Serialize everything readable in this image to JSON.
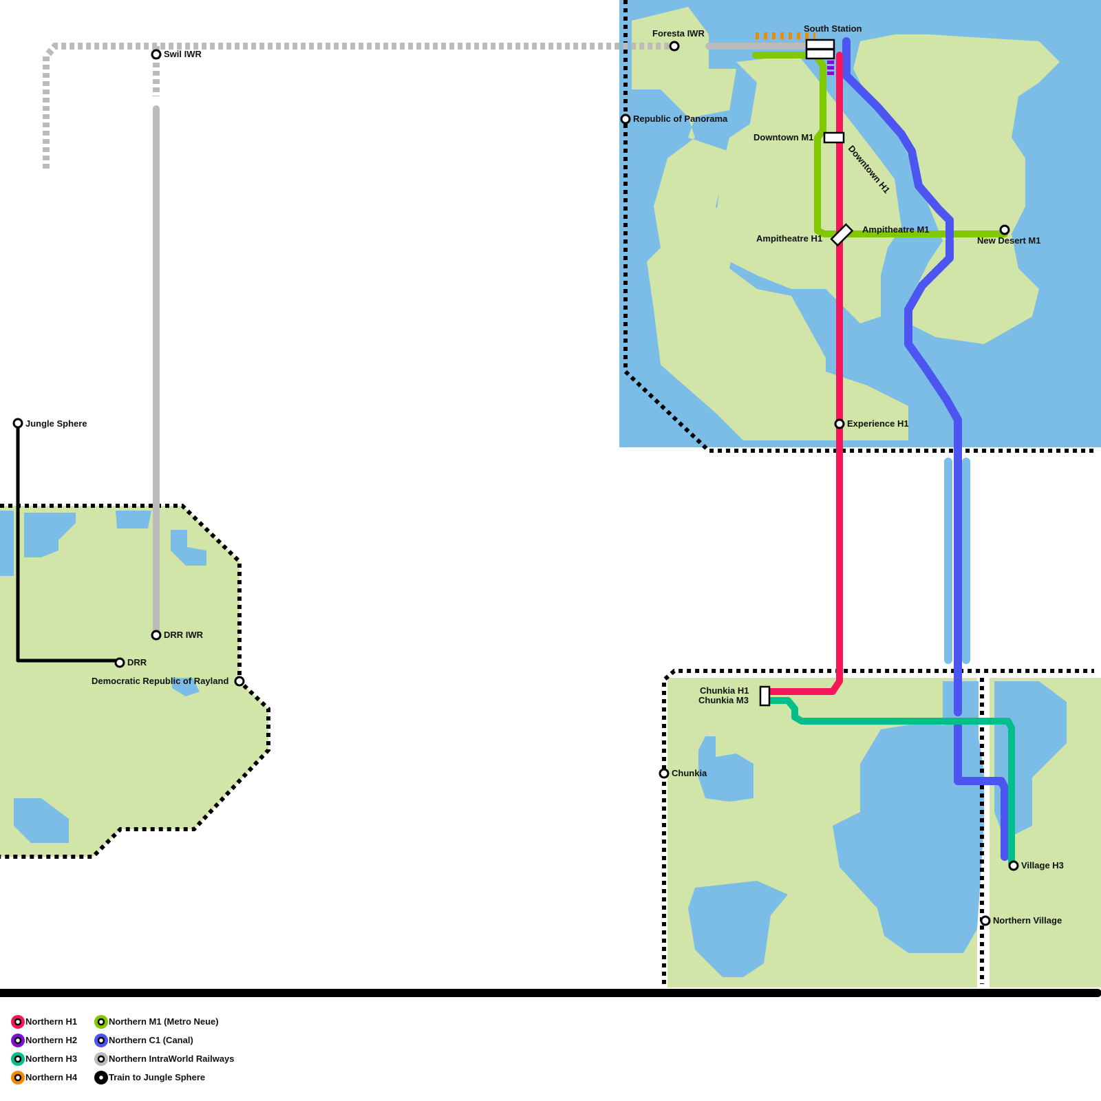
{
  "colors": {
    "background": "#ffffff",
    "land": "#d1e5a8",
    "water": "#7bbde6",
    "border": "#000000",
    "northern_h1": "#f5175a",
    "northern_h2": "#7a0fd6",
    "northern_h3": "#00bf8a",
    "northern_h4": "#f08a00",
    "northern_m1": "#80c800",
    "northern_c1": "#4c55f0",
    "northern_iwr": "#bbbbbb",
    "train_jungle": "#000000"
  },
  "stations": {
    "south_station": "South Station",
    "foresta_iwr": "Foresta IWR",
    "swil_iwr": "Swil IWR",
    "republic_of_panorama": "Republic of Panorama",
    "downtown_m1": "Downtown M1",
    "downtown_h1": "Downtown H1",
    "ampitheatre_h1": "Ampitheatre H1",
    "ampitheatre_m1": "Ampitheatre M1",
    "new_desert_m1": "New Desert M1",
    "experience_h1": "Experience H1",
    "jungle_sphere": "Jungle Sphere",
    "drr_iwr": "DRR IWR",
    "drr": "DRR",
    "democratic_republic_of_rayland": "Democratic Republic of Rayland",
    "chunkia_h1": "Chunkia H1",
    "chunkia_m3": "Chunkia M3",
    "chunkia": "Chunkia",
    "village_h3": "Village H3",
    "northern_village": "Northern Village"
  },
  "legend": [
    {
      "label": "Northern H1",
      "color": "#f5175a"
    },
    {
      "label": "Northern H2",
      "color": "#7a0fd6"
    },
    {
      "label": "Northern H3",
      "color": "#00bf8a"
    },
    {
      "label": "Northern H4",
      "color": "#f08a00"
    },
    {
      "label": "Northern M1 (Metro Neue)",
      "color": "#80c800"
    },
    {
      "label": "Northern C1 (Canal)",
      "color": "#4c55f0"
    },
    {
      "label": "Northern IntraWorld Railways",
      "color": "#bbbbbb"
    },
    {
      "label": "Train to Jungle Sphere",
      "color": "#000000"
    }
  ]
}
